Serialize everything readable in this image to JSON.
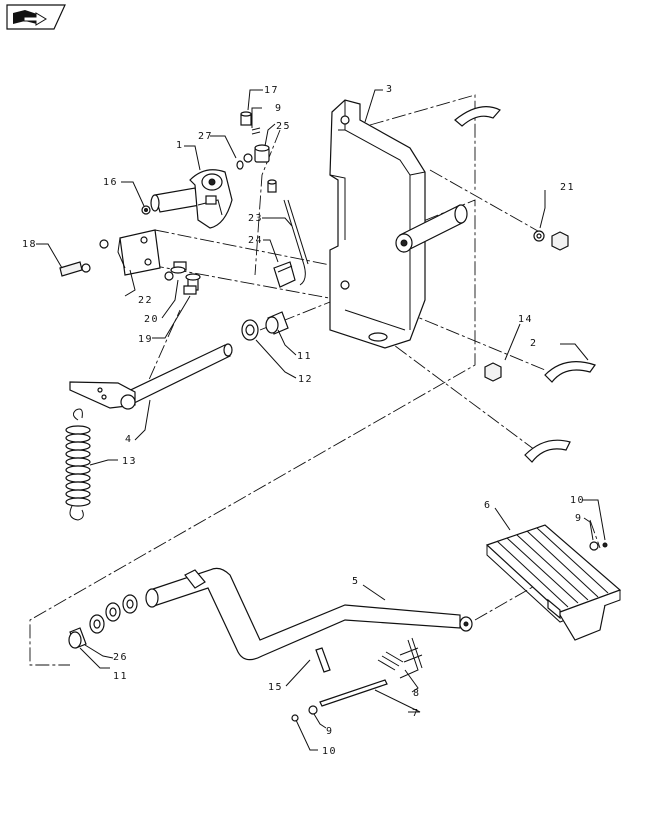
{
  "corner_badge": {
    "icon": "book-pointer-icon"
  },
  "callouts": [
    {
      "id": "c1",
      "label": "1"
    },
    {
      "id": "c2",
      "label": "2"
    },
    {
      "id": "c3",
      "label": "3"
    },
    {
      "id": "c4",
      "label": "4"
    },
    {
      "id": "c5",
      "label": "5"
    },
    {
      "id": "c6",
      "label": "6"
    },
    {
      "id": "c7",
      "label": "7"
    },
    {
      "id": "c8",
      "label": "8"
    },
    {
      "id": "c9a",
      "label": "9"
    },
    {
      "id": "c9b",
      "label": "9"
    },
    {
      "id": "c9c",
      "label": "9"
    },
    {
      "id": "c10a",
      "label": "10"
    },
    {
      "id": "c10b",
      "label": "10"
    },
    {
      "id": "c11a",
      "label": "11"
    },
    {
      "id": "c11b",
      "label": "11"
    },
    {
      "id": "c12",
      "label": "12"
    },
    {
      "id": "c13",
      "label": "13"
    },
    {
      "id": "c14",
      "label": "14"
    },
    {
      "id": "c15",
      "label": "15"
    },
    {
      "id": "c16",
      "label": "16"
    },
    {
      "id": "c17",
      "label": "17"
    },
    {
      "id": "c18",
      "label": "18"
    },
    {
      "id": "c19",
      "label": "19"
    },
    {
      "id": "c20",
      "label": "20"
    },
    {
      "id": "c21",
      "label": "21"
    },
    {
      "id": "c22",
      "label": "22"
    },
    {
      "id": "c23",
      "label": "23"
    },
    {
      "id": "c24",
      "label": "24"
    },
    {
      "id": "c25",
      "label": "25"
    },
    {
      "id": "c26",
      "label": "26"
    },
    {
      "id": "c27",
      "label": "27"
    }
  ]
}
